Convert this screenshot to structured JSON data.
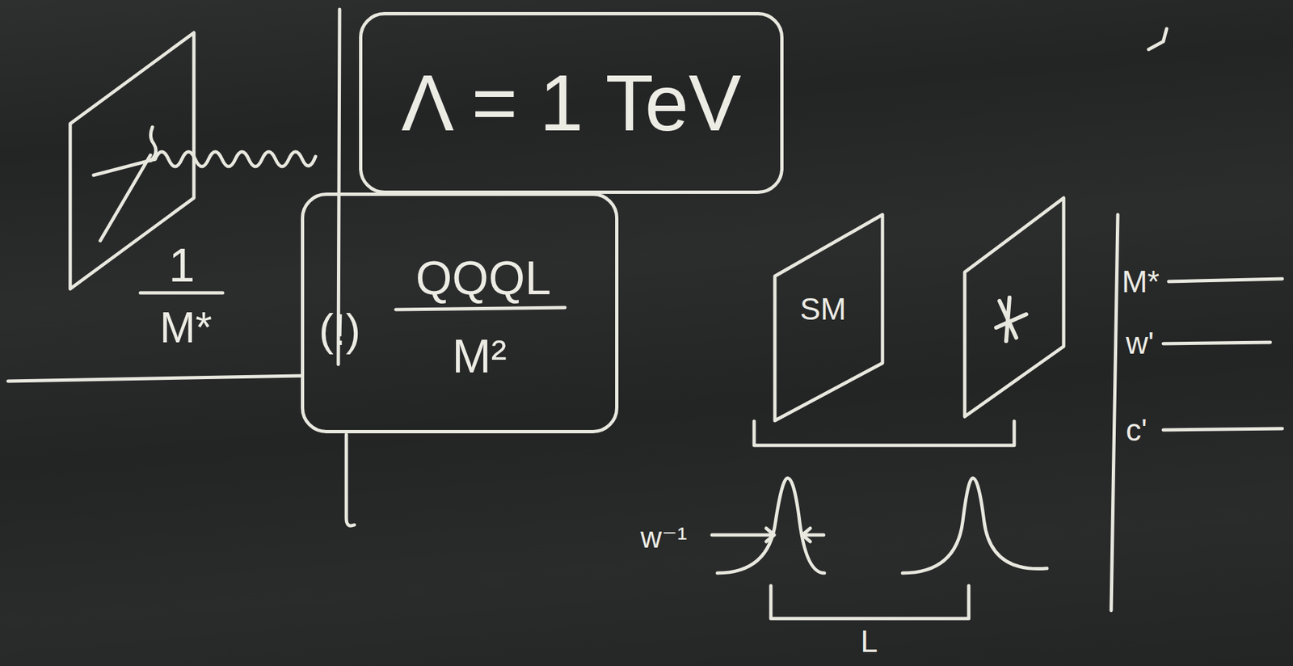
{
  "diagram": {
    "nodes": [
      {
        "text": [
          "Λ = 1 TeV"
        ]
      },
      {
        "text": [
          "(!)",
          "QQQL",
          "M²"
        ]
      },
      {
        "text": [
          "SM"
        ]
      }
    ],
    "labels": [
      "1",
      "M*",
      "w⁻¹",
      "L",
      "M*",
      "w'",
      "c'"
    ]
  }
}
